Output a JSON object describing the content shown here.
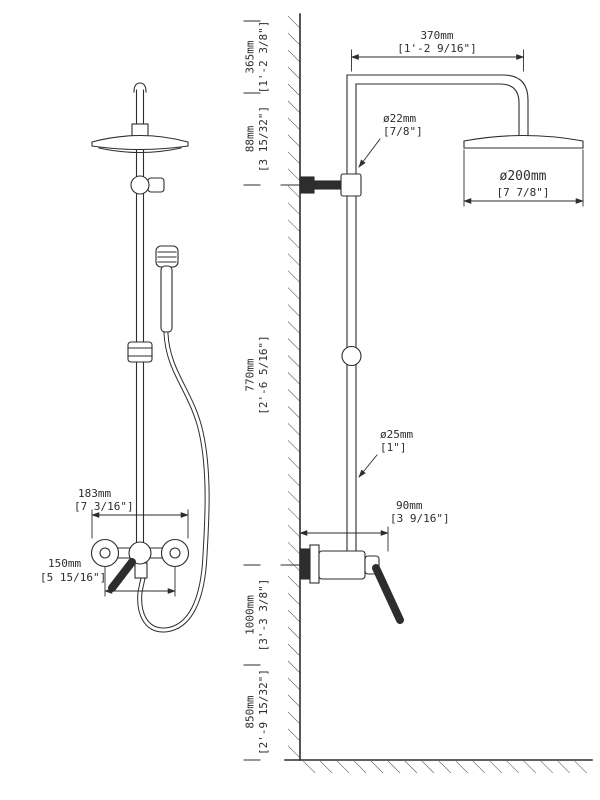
{
  "drawing": {
    "front_view": {
      "dim_183": {
        "mm": "183mm",
        "inch": "[7 3/16\"]"
      },
      "dim_150": {
        "mm": "150mm",
        "inch": "[5 15/16\"]"
      }
    },
    "side_view": {
      "dim_370": {
        "mm": "370mm",
        "inch": "[1'-2 9/16\"]"
      },
      "dim_365": {
        "mm": "365mm",
        "inch": "[1'-2 3/8\"]"
      },
      "dim_88": {
        "mm": "88mm",
        "inch": "[3 15/32\"]"
      },
      "dim_770": {
        "mm": "770mm",
        "inch": "[2'-6 5/16\"]"
      },
      "dim_1000": {
        "mm": "1000mm",
        "inch": "[3'-3 3/8\"]"
      },
      "dim_850": {
        "mm": "850mm",
        "inch": "[2'-9 15/32\"]"
      },
      "dia_22": {
        "mm": "ø22mm",
        "inch": "[7/8\"]"
      },
      "dia_200": {
        "mm": "ø200mm",
        "inch": "[7 7/8\"]"
      },
      "dia_25": {
        "mm": "ø25mm",
        "inch": "[1\"]"
      },
      "dim_90": {
        "mm": "90mm",
        "inch": "[3 9/16\"]"
      }
    }
  },
  "colors": {
    "line": "#2d2d2d",
    "background": "#ffffff"
  }
}
